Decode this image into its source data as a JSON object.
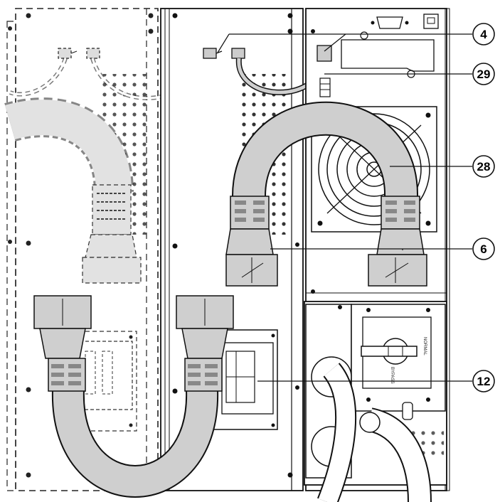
{
  "callouts": [
    {
      "id": "c4",
      "label": "4"
    },
    {
      "id": "c29",
      "label": "29"
    },
    {
      "id": "c28",
      "label": "28"
    },
    {
      "id": "c6",
      "label": "6"
    },
    {
      "id": "c12",
      "label": "12"
    }
  ],
  "switch_labels": {
    "normal": "NORMAL",
    "bypass": "BYPASS"
  },
  "colors": {
    "line": "#111111",
    "cable_fill": "#cfcfcf",
    "cable_fill_faded": "#e2e2e2",
    "panel_fill": "#ffffff"
  }
}
